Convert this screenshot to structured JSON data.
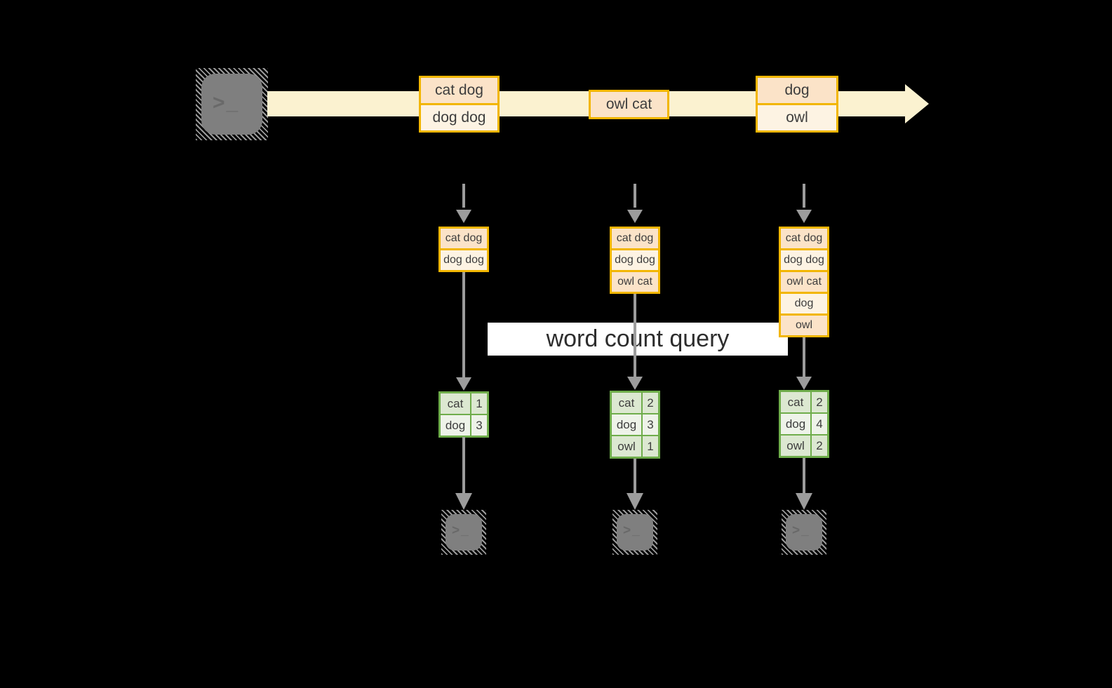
{
  "query_label": "word count query",
  "terminal_glyph": ">_",
  "stream": {
    "events": [
      {
        "lines": [
          "cat dog",
          "dog dog"
        ]
      },
      {
        "lines": [
          "owl cat"
        ]
      },
      {
        "lines": [
          "dog",
          "owl"
        ]
      }
    ]
  },
  "snapshots": [
    {
      "rows": [
        "cat dog",
        "dog dog"
      ]
    },
    {
      "rows": [
        "cat dog",
        "dog dog",
        "owl cat"
      ]
    },
    {
      "rows": [
        "cat dog",
        "dog dog",
        "owl cat",
        "dog",
        "owl"
      ]
    }
  ],
  "results": [
    {
      "rows": [
        {
          "word": "cat",
          "count": "1"
        },
        {
          "word": "dog",
          "count": "3"
        }
      ]
    },
    {
      "rows": [
        {
          "word": "cat",
          "count": "2"
        },
        {
          "word": "dog",
          "count": "3"
        },
        {
          "word": "owl",
          "count": "1"
        }
      ]
    },
    {
      "rows": [
        {
          "word": "cat",
          "count": "2"
        },
        {
          "word": "dog",
          "count": "4"
        },
        {
          "word": "owl",
          "count": "2"
        }
      ]
    }
  ],
  "colors": {
    "gold_border": "#f2b600",
    "peach_fill": "#fbe3c8",
    "cream_fill": "#fdf3e3",
    "stream_fill": "#fbf2d0",
    "green_border": "#6fad4b",
    "green_dark_cell": "#dce8d1",
    "green_light_cell": "#eef3e9",
    "arrow_gray": "#9c9c9c"
  }
}
